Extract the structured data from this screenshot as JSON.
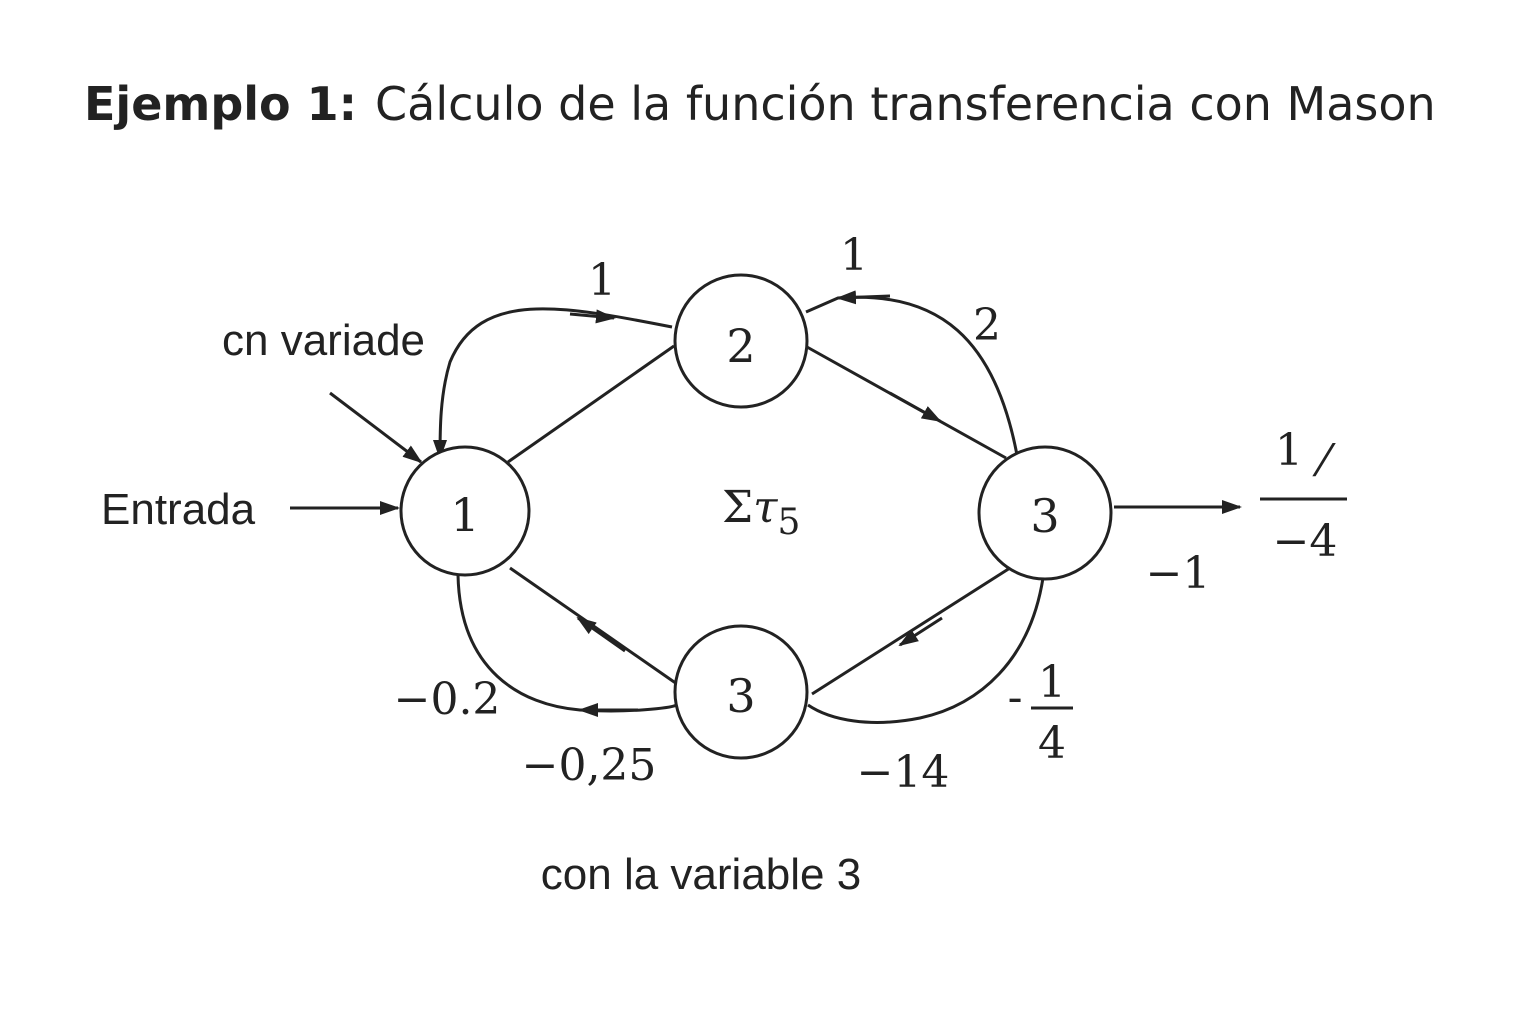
{
  "title": {
    "bold": "Ejemplo 1:",
    "rest": "Cálculo de la función transferencia con Mason"
  },
  "inputs": {
    "entrada": "Entrada",
    "variade": "cn variade"
  },
  "nodes": {
    "n1": "1",
    "n2": "2",
    "n3_right": "3",
    "n3_bottom": "3"
  },
  "center_label": {
    "sigma": "Σ",
    "tau": "τ",
    "sub": "5"
  },
  "gains": {
    "top_left": "1",
    "top_right_1": "1",
    "top_right_2": "2",
    "output": "−1",
    "bottom_left_outer": "−0.2",
    "bottom_left_inner": "−0,25",
    "bottom_right_inner": "−14",
    "bottom_right_outer_prefix": "-",
    "bottom_right_outer_num": "1",
    "bottom_right_outer_den": "4"
  },
  "output_fraction": {
    "numerator": "1",
    "numerator_mark": "⁄",
    "denominator": "−4"
  },
  "footer": "con la variable 3"
}
